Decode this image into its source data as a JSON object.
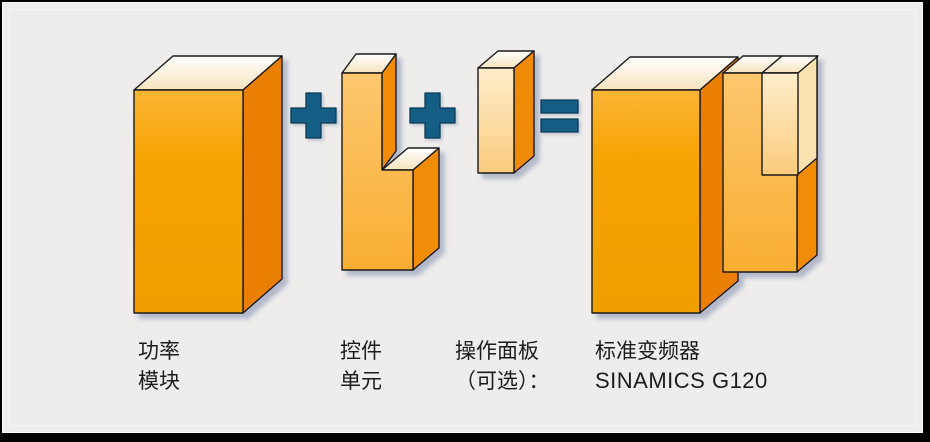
{
  "frame": {
    "background": "#000000",
    "panel_background": "#EEEDEC"
  },
  "colors": {
    "outline": "#1A1A1A",
    "operator": "#155E83",
    "operator_edge": "#0B3A57",
    "box_front_light": "#FBB637",
    "box_front": "#F5A302",
    "box_front_deep": "#F19E00",
    "box_side": "#EB7F03",
    "top_back": "#FFFFFF",
    "top_front": "#F7E3BE",
    "cu_front_light": "#FDC76E",
    "cu_front": "#F9AE32",
    "cu_side": "#F08C06",
    "op_front_light": "#FEEDCB",
    "op_front": "#FACB7C",
    "op_side": "#F08B07",
    "panel_side_light": "#FCE2AE",
    "label_text": "#1C1C1C",
    "shadow": "rgba(120,132,168,0.5)"
  },
  "labels": {
    "power_module": {
      "line1": "功率",
      "line2": "模块"
    },
    "control_unit": {
      "line1": "控件",
      "line2": "单元"
    },
    "operator_panel": {
      "line1": "操作面板",
      "line2": "（可选）："
    },
    "inverter": {
      "line1": "标准变频器",
      "line2": "SINAMICS G120"
    }
  },
  "operators": {
    "plus1": "+",
    "plus2": "+",
    "equals": "="
  }
}
